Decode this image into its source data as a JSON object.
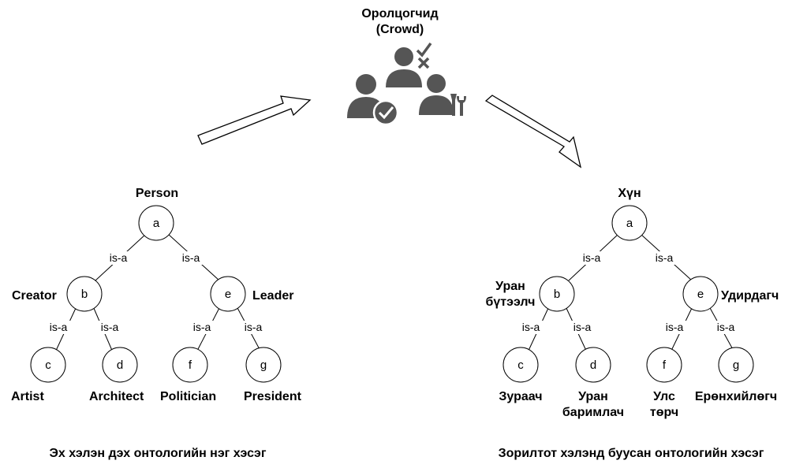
{
  "crowd": {
    "title": "Оролцогчид",
    "subtitle": "(Crowd)",
    "icons": [
      "person-check-icon",
      "person-icon",
      "check-icon",
      "cross-icon",
      "person-tools-icon"
    ]
  },
  "edge_label": "is-a",
  "source_tree": {
    "caption": "Эх хэлэн дэх онтологийн нэг хэсэг",
    "nodes": {
      "a": {
        "id": "a",
        "label": "Person"
      },
      "b": {
        "id": "b",
        "label": "Creator"
      },
      "e": {
        "id": "e",
        "label": "Leader"
      },
      "c": {
        "id": "c",
        "label": "Artist"
      },
      "d": {
        "id": "d",
        "label": "Architect"
      },
      "f": {
        "id": "f",
        "label": "Politician"
      },
      "g": {
        "id": "g",
        "label": "President"
      }
    }
  },
  "target_tree": {
    "caption": "Зорилтот хэлэнд буусан онтологийн хэсэг",
    "nodes": {
      "a": {
        "id": "a",
        "label": "Хүн"
      },
      "b": {
        "id": "b",
        "label_line1": "Уран",
        "label_line2": "бүтээлч"
      },
      "e": {
        "id": "e",
        "label": "Удирдагч"
      },
      "c": {
        "id": "c",
        "label": "Зураач"
      },
      "d": {
        "id": "d",
        "label_line1": "Уран",
        "label_line2": "баримлач"
      },
      "f": {
        "id": "f",
        "label_line1": "Улс",
        "label_line2": "төрч"
      },
      "g": {
        "id": "g",
        "label": "Ерөнхийлөгч"
      }
    }
  },
  "colors": {
    "icon": "#555555",
    "stroke": "#000000"
  }
}
